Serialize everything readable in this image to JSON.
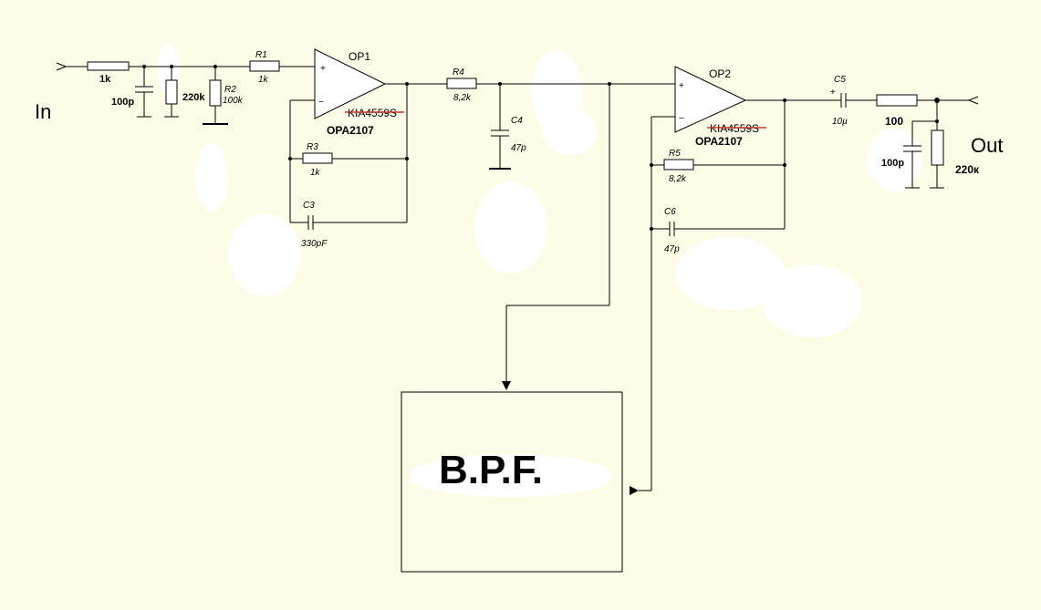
{
  "labels": {
    "in": "In",
    "out": "Out",
    "op1": "OP1",
    "op2": "OP2",
    "op1_struck": "KIA4559S",
    "op2_struck": "KIA4559S",
    "op1_chip": "OPA2107",
    "op2_chip": "OPA2107",
    "bpf": "B.P.F.",
    "plus": "+",
    "minus": "−"
  },
  "components": {
    "r_in": "1k",
    "c_in": "100p",
    "r_in2": "220k",
    "r2_name": "R2",
    "r2_value": "100k",
    "r1_name": "R1",
    "r1_value": "1k",
    "r3_name": "R3",
    "r3_value": "1k",
    "c3_name": "C3",
    "c3_value": "330pF",
    "r4_name": "R4",
    "r4_value": "8,2k",
    "c4_name": "C4",
    "c4_value": "47p",
    "r5_name": "R5",
    "r5_value": "8,2k",
    "c6_name": "C6",
    "c6_value": "47p",
    "c5_name": "C5",
    "c5_value": "10µ",
    "c5_plus": "+",
    "r_out": "100",
    "c_out": "100p",
    "r_out2": "220к"
  },
  "colors": {
    "background": "#fdfce7",
    "strike": "#c0392b"
  }
}
